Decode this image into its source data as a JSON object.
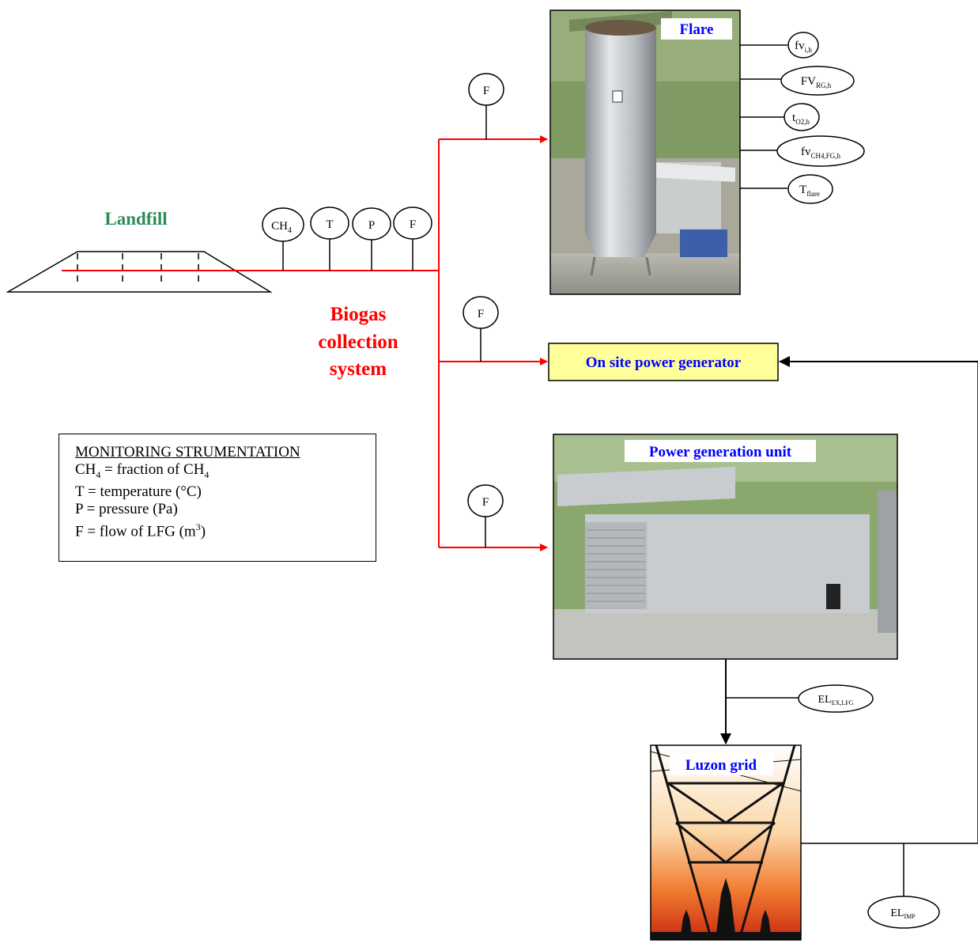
{
  "landfill": {
    "label": "Landfill"
  },
  "biogas": {
    "line1": "Biogas",
    "line2": "collection",
    "line3": "system"
  },
  "main_line_instruments": [
    {
      "label": "CH",
      "sub": "4"
    },
    {
      "label": "T",
      "sub": ""
    },
    {
      "label": "P",
      "sub": ""
    },
    {
      "label": "F",
      "sub": ""
    }
  ],
  "branch_flow_label": "F",
  "flare": {
    "label": "Flare",
    "parameters": [
      {
        "base": "fv",
        "sub": "i,h"
      },
      {
        "base": "FV",
        "sub": "RG,h"
      },
      {
        "base": "t",
        "sub": "O2,h"
      },
      {
        "base": "fv",
        "sub": "CH4,FG,h"
      },
      {
        "base": "T",
        "sub": "flare"
      }
    ]
  },
  "onsite_generator": {
    "label": "On site power generator"
  },
  "power_unit": {
    "label": "Power generation unit"
  },
  "grid": {
    "label": "Luzon grid"
  },
  "export_meter": {
    "base": "EL",
    "sub": "EX,LFG"
  },
  "import_meter": {
    "base": "EL",
    "sub": "IMP"
  },
  "legend": {
    "title": "MONITORING STRUMENTATION",
    "line1_a": "CH",
    "line1_sub": "4",
    "line1_b": " = fraction of CH",
    "line1_sub2": "4",
    "line2": "T = temperature (°C)",
    "line3": "P = pressure (Pa)",
    "line4_a": "F = flow of LFG (m",
    "line4_sup": "3",
    "line4_b": ")"
  },
  "colors": {
    "gas_line": "#ff0000",
    "label_blue": "#0000ff",
    "landfill_green": "#2e8b57",
    "generator_fill": "#ffff99"
  }
}
